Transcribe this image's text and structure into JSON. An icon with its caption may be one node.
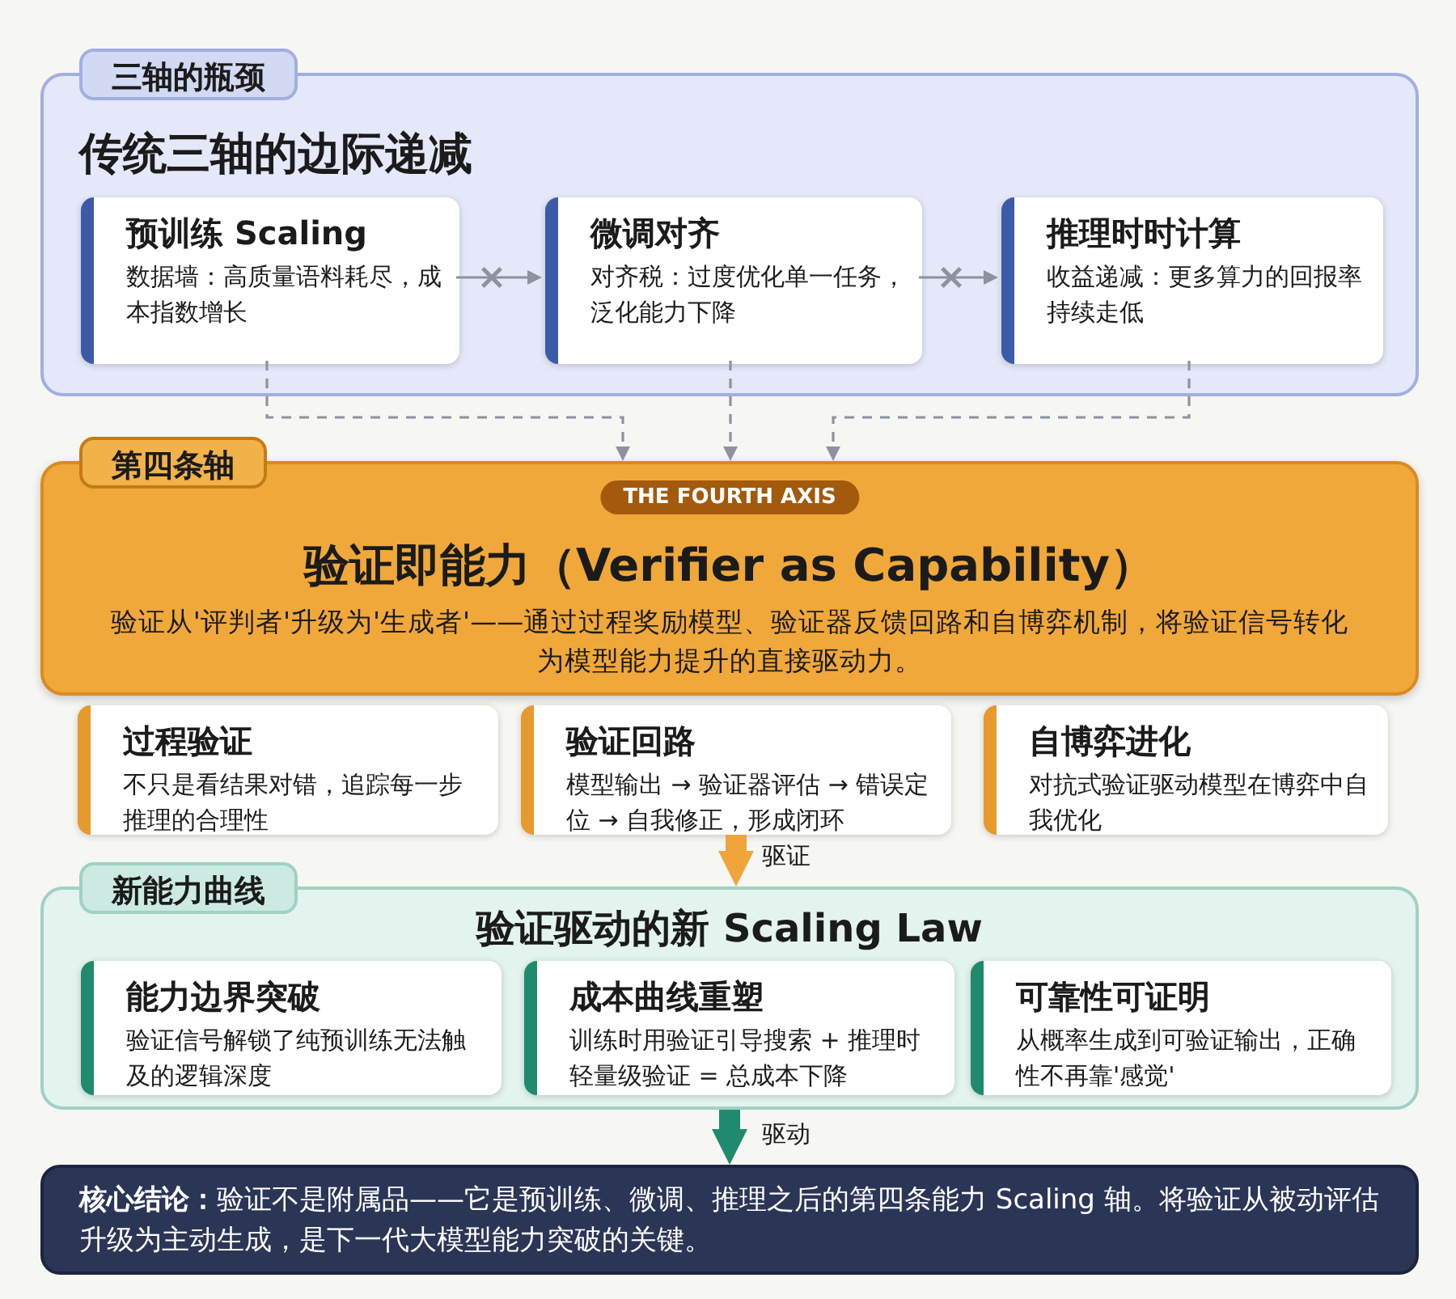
{
  "diagram": {
    "nodes": [
      {
        "text": [
          "三轴的瓶颈",
          "传统三轴的边际递减"
        ]
      },
      {
        "text": [
          "预训练 Scaling",
          "数据墙：高质量语料耗尽，成本指数增长"
        ],
        "in": 0
      },
      {
        "text": [
          "微调对齐",
          "对齐税：过度优化单一任务，泛化能力下降"
        ],
        "in": 0
      },
      {
        "text": [
          "推理时时计算",
          "收益递减：更多算力的回报率持续走低"
        ],
        "in": 0
      },
      {
        "text": [
          "第四条轴",
          "THE FOURTH AXIS",
          "验证即能力（Verifier as Capability）",
          "验证从'评判者'升级为'生成者'——通过过程奖励模型、验证器反馈回路和自博弈机制，将验证信号转化为模型能力提升的直接驱动力。"
        ]
      },
      {
        "text": [
          "过程验证",
          "不只是看结果对错，追踪每一步推理的合理性"
        ]
      },
      {
        "text": [
          "验证回路",
          "模型输出 → 验证器评估 → 错误定位 → 自我修正，形成闭环"
        ]
      },
      {
        "text": [
          "自博弈进化",
          "对抗式验证驱动模型在博弈中自我优化"
        ]
      },
      {
        "text": [
          "新能力曲线",
          "验证驱动的新 Scaling Law"
        ]
      },
      {
        "text": [
          "能力边界突破",
          "验证信号解锁了纯预训练无法触及的逻辑深度"
        ],
        "in": 8
      },
      {
        "text": [
          "成本曲线重塑",
          "训练时用验证引导搜索 + 推理时轻量级验证 = 总成本下降"
        ],
        "in": 8
      },
      {
        "text": [
          "可靠性可证明",
          "从概率生成到可验证输出，正确性不再靠'感觉'"
        ],
        "in": 8
      },
      {
        "text": [
          "**核心结论：**验证不是附属品——它是预训练、微调、推理之后的第四条能力 Scaling 轴。将验证从被动评估升级为主动生成，是下一代大模型能力突破的关键。"
        ]
      }
    ],
    "edges": [
      {
        "from": 1,
        "to": 2,
        "arrow": "to"
      },
      {
        "from": 2,
        "to": 3,
        "arrow": "to"
      },
      {
        "from": 1,
        "to": 4,
        "arrow": "to",
        "style": "dashed"
      },
      {
        "from": 2,
        "to": 4,
        "arrow": "to",
        "style": "dashed"
      },
      {
        "from": 3,
        "to": 4,
        "arrow": "to",
        "style": "dashed"
      },
      {
        "from": 6,
        "to": 8,
        "arrow": "to",
        "label": "驱证",
        "style": "thick",
        "color": "#f0a53a"
      },
      {
        "from": 8,
        "to": 12,
        "arrow": "to",
        "label": "驱动",
        "style": "thick",
        "color": "#1f8a6e"
      }
    ]
  }
}
